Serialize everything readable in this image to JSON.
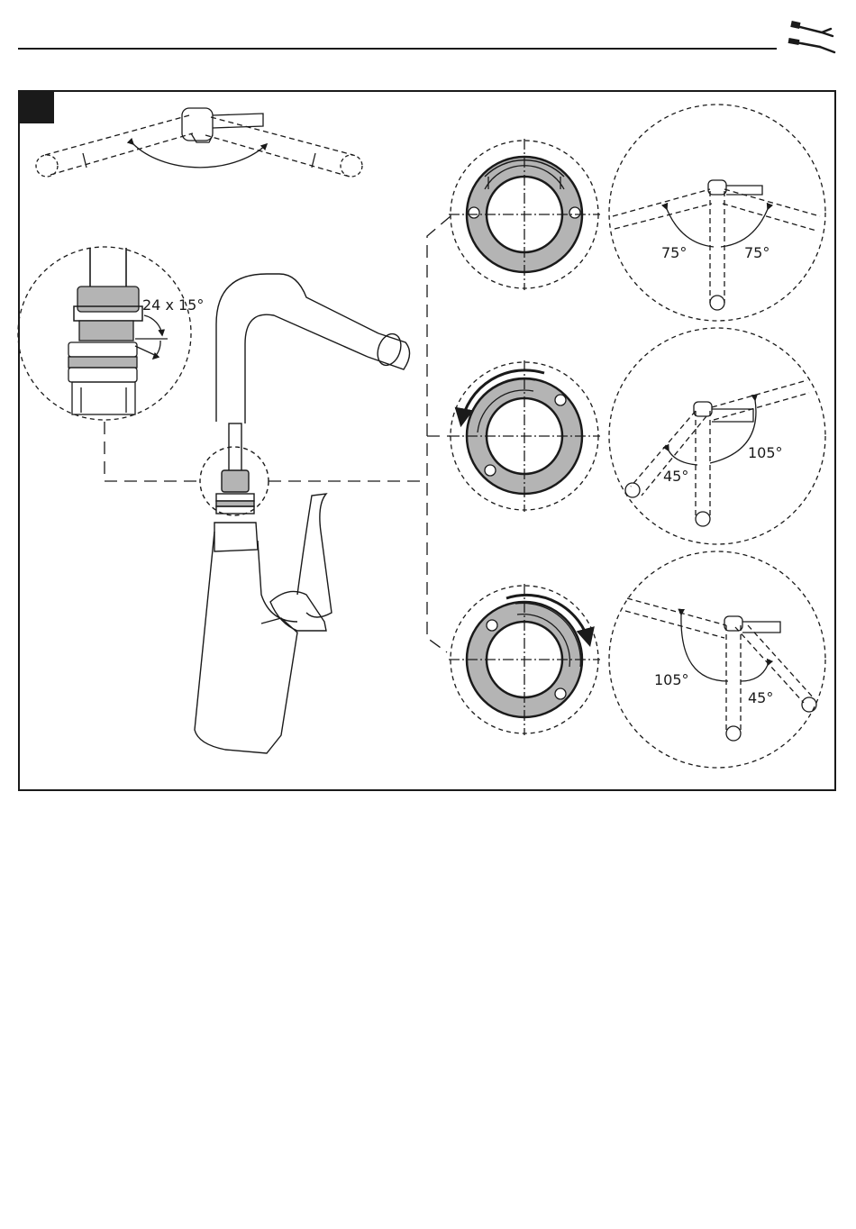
{
  "header": {
    "icon": "wrench-screwdriver-icon"
  },
  "step": {
    "number": ""
  },
  "labels": {
    "adapter_rotation": "24 x 15°",
    "pos1_left": "75°",
    "pos1_right": "75°",
    "pos2_left": "45°",
    "pos2_right": "105°",
    "pos3_left": "105°",
    "pos3_right": "45°"
  },
  "colors": {
    "line": "#1a1a1a",
    "ring_fill": "#b4b4b4",
    "background": "#ffffff"
  }
}
